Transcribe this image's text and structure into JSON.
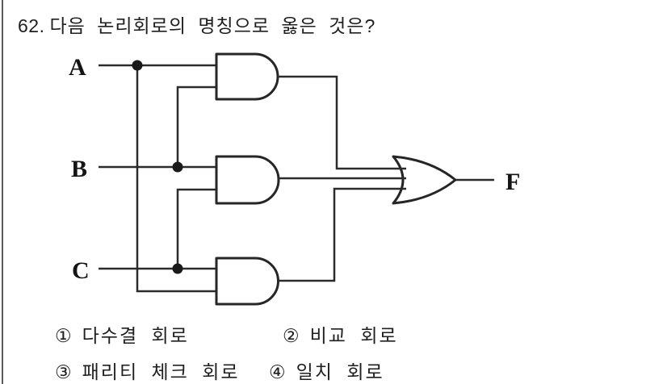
{
  "question": {
    "number": "62.",
    "text": "다음 논리회로의 명칭으로 옳은 것은?"
  },
  "circuit": {
    "labels": {
      "a": "A",
      "b": "B",
      "c": "C",
      "f": "F"
    },
    "gate_types": [
      "AND",
      "AND",
      "AND",
      "OR"
    ]
  },
  "options": [
    {
      "num": "①",
      "label": "다수결 회로"
    },
    {
      "num": "②",
      "label": "비교 회로"
    },
    {
      "num": "③",
      "label": "패리티 체크 회로"
    },
    {
      "num": "④",
      "label": "일치 회로"
    }
  ],
  "colors": {
    "background": "#ffffff",
    "ink": "#1f1f1f",
    "wire": "#2b2b2b",
    "page_border": "#5a5a5a"
  }
}
